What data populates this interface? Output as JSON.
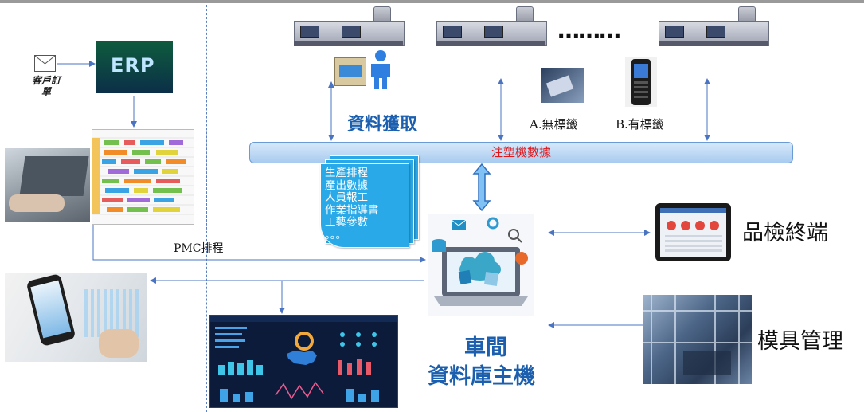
{
  "labels": {
    "customer_order": "客戶訂單",
    "erp": "ERP",
    "pmc": "PMC排程",
    "data_acquisition": "資料獲取",
    "no_label": "A.無標籤",
    "with_label": "B.有標籤",
    "databar": "注塑機數據",
    "dots": "………",
    "qc_terminal": "品檢終端",
    "mold_mgmt": "模具管理",
    "host_line1": "車間",
    "host_line2": "資料庫主機"
  },
  "document_items": [
    "生產排程",
    "產出數據",
    "人員報工",
    "作業指導書",
    "工藝參數",
    "。。。"
  ],
  "colors": {
    "accent_blue": "#1b5fae",
    "databar_text": "#e0161b",
    "document_blue": "#29a9e8",
    "arrow": "#4a74c2"
  }
}
